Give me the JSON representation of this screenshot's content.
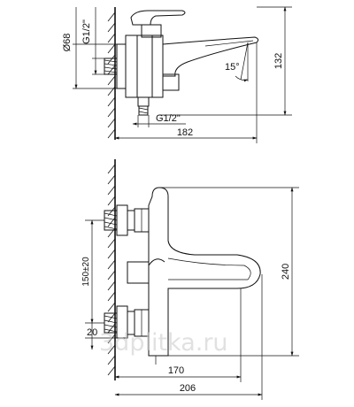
{
  "top_view": {
    "labels": {
      "dia68": "Ø68",
      "thread_left": "G1/2\"",
      "thread_bottom": "G1/2\"",
      "angle": "15°",
      "height": "132",
      "width": "182"
    }
  },
  "front_view": {
    "labels": {
      "spacing": "150±20",
      "offset": "20",
      "width_inner": "170",
      "width_total": "206",
      "height_total": "240"
    }
  },
  "watermark": "3dplitka.ru"
}
